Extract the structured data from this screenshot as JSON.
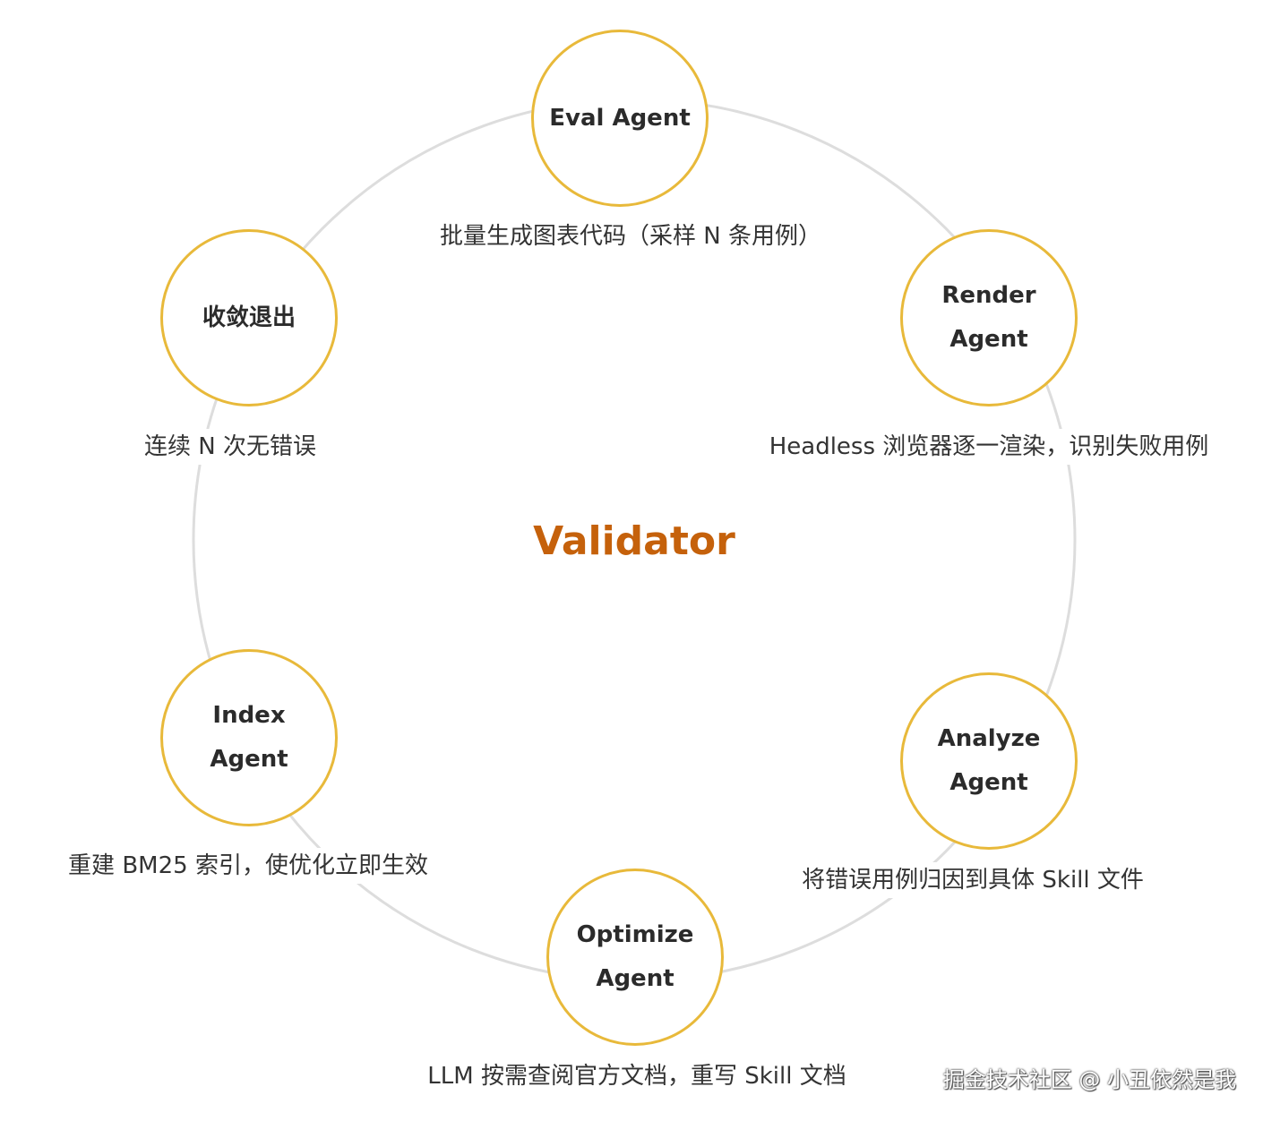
{
  "center": {
    "title": "Validator"
  },
  "colors": {
    "node_border": "#e8b93a",
    "center_title": "#c5610b",
    "ring": "#dddddd",
    "text": "#333333"
  },
  "nodes": [
    {
      "lines": [
        "Eval Agent"
      ],
      "description": "批量生成图表代码（采样 N 条用例）"
    },
    {
      "lines": [
        "Render",
        "Agent"
      ],
      "description": "Headless 浏览器逐一渲染，识别失败用例"
    },
    {
      "lines": [
        "Analyze",
        "Agent"
      ],
      "description": "将错误用例归因到具体 Skill 文件"
    },
    {
      "lines": [
        "Optimize",
        "Agent"
      ],
      "description": "LLM 按需查阅官方文档，重写 Skill 文档"
    },
    {
      "lines": [
        "Index Agent"
      ],
      "description": "重建 BM25 索引，使优化立即生效"
    },
    {
      "lines": [
        "收敛退出"
      ],
      "description": "连续 N 次无错误"
    }
  ],
  "watermark": "掘金技术社区 @ 小丑依然是我"
}
